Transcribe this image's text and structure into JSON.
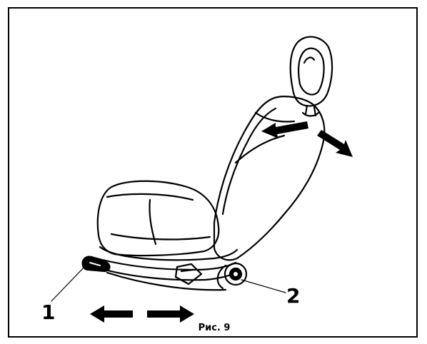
{
  "figure": {
    "caption": "Рис. 9",
    "callouts": [
      {
        "label": "1"
      },
      {
        "label": "2"
      }
    ]
  }
}
